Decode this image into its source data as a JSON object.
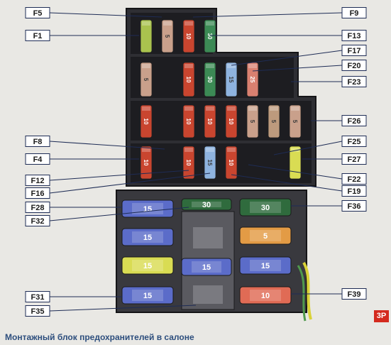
{
  "caption": "Монтажный блок предохранителей в салоне",
  "badge": "3P",
  "labels": {
    "F5": "F5",
    "F9": "F9",
    "F1": "F1",
    "F13": "F13",
    "F17": "F17",
    "F20": "F20",
    "F23": "F23",
    "F26": "F26",
    "F8": "F8",
    "F25": "F25",
    "F4": "F4",
    "F27": "F27",
    "F12": "F12",
    "F22": "F22",
    "F16": "F16",
    "F19": "F19",
    "F28": "F28",
    "F36": "F36",
    "F32": "F32",
    "F31": "F31",
    "F39": "F39",
    "F35": "F35"
  },
  "colors": {
    "blue": "#5b6cc9",
    "red": "#c9452f",
    "green": "#3c8a55",
    "yellow": "#d9dc53",
    "beige": "#c9a08b",
    "lightblue": "#8eb3df",
    "tan": "#bd9a7d",
    "orange": "#e39b45",
    "limegreen": "#a9c24e",
    "salmon": "#d98070",
    "darkgreen": "#2f6b3d",
    "salmonfuse": "#e06b55"
  },
  "fuses": {
    "row1": [
      {
        "color": "limegreen",
        "value": ""
      },
      {
        "color": "beige",
        "value": "5"
      },
      {
        "color": "red",
        "value": "10"
      },
      {
        "color": "green",
        "value": "30"
      }
    ],
    "row2": [
      {
        "color": "beige",
        "value": "5"
      },
      {
        "color": "red",
        "value": "10"
      },
      {
        "color": "green",
        "value": "30"
      },
      {
        "color": "lightblue",
        "value": "15"
      },
      {
        "color": "salmon",
        "value": "25"
      }
    ],
    "row3": [
      {
        "color": "red",
        "value": "10"
      },
      {
        "color": "red",
        "value": "10"
      },
      {
        "color": "red",
        "value": "10"
      },
      {
        "color": "red",
        "value": "10"
      },
      {
        "color": "beige",
        "value": "5"
      },
      {
        "color": "tan",
        "value": "5"
      },
      {
        "color": "beige",
        "value": "5"
      }
    ],
    "row4": [
      {
        "color": "red",
        "value": "10"
      },
      {
        "color": "red",
        "value": "10"
      },
      {
        "color": "lightblue",
        "value": "15"
      },
      {
        "color": "red",
        "value": "10"
      },
      {
        "color": "yellow",
        "value": ""
      }
    ]
  },
  "maxifuses": {
    "left": [
      {
        "color": "blue",
        "value": "15"
      },
      {
        "color": "blue",
        "value": "15"
      },
      {
        "color": "yellow",
        "value": "15"
      },
      {
        "color": "blue",
        "value": "15"
      }
    ],
    "middle": [
      {
        "color": "darkgreen",
        "value": "30"
      },
      {
        "color": "blue",
        "value": "15"
      }
    ],
    "right": [
      {
        "color": "darkgreen",
        "value": "30"
      },
      {
        "color": "orange",
        "value": "5"
      },
      {
        "color": "blue",
        "value": "15"
      },
      {
        "color": "salmonfuse",
        "value": "10"
      }
    ]
  }
}
